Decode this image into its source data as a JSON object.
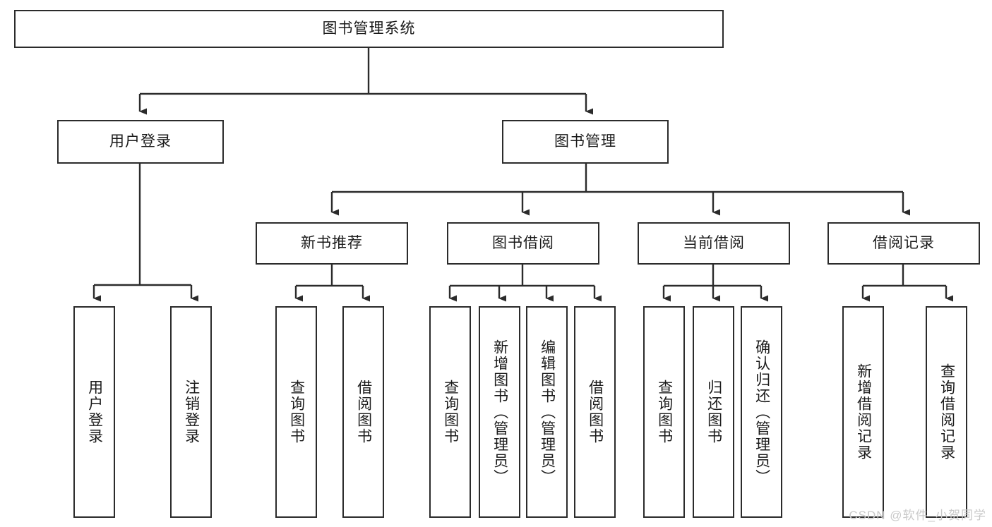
{
  "diagram": {
    "type": "tree",
    "title": "图书管理系统",
    "watermark": "CSDN @软件_小贺同学",
    "colors": {
      "box_border": "#2b2b2b",
      "box_fill": "#ffffff",
      "link": "#2b2b2b",
      "watermark": "#c9c9c9"
    },
    "nodes": {
      "root": {
        "label": "图书管理系统"
      },
      "level2": [
        {
          "id": "user-login",
          "label": "用户登录"
        },
        {
          "id": "book-manage",
          "label": "图书管理"
        }
      ],
      "level3": [
        {
          "id": "new-book-recommend",
          "label": "新书推荐"
        },
        {
          "id": "book-borrow",
          "label": "图书借阅"
        },
        {
          "id": "current-borrow",
          "label": "当前借阅"
        },
        {
          "id": "borrow-record",
          "label": "借阅记录"
        }
      ],
      "leaves": {
        "user-login": [
          {
            "id": "leaf-user-login",
            "label": "用户登录"
          },
          {
            "id": "leaf-user-logout",
            "label": "注销登录"
          }
        ],
        "new-book-recommend": [
          {
            "id": "leaf-query-book-1",
            "label": "查询图书"
          },
          {
            "id": "leaf-borrow-book-1",
            "label": "借阅图书"
          }
        ],
        "book-borrow": [
          {
            "id": "leaf-query-book-2",
            "label": "查询图书"
          },
          {
            "id": "leaf-add-book",
            "label": "新增图书（管理员）"
          },
          {
            "id": "leaf-edit-book",
            "label": "编辑图书（管理员）"
          },
          {
            "id": "leaf-borrow-book-2",
            "label": "借阅图书"
          }
        ],
        "current-borrow": [
          {
            "id": "leaf-query-book-3",
            "label": "查询图书"
          },
          {
            "id": "leaf-return-book",
            "label": "归还图书"
          },
          {
            "id": "leaf-confirm-return",
            "label": "确认归还（管理员）"
          }
        ],
        "borrow-record": [
          {
            "id": "leaf-add-record",
            "label": "新增借阅记录"
          },
          {
            "id": "leaf-query-record",
            "label": "查询借阅记录"
          }
        ]
      }
    }
  }
}
